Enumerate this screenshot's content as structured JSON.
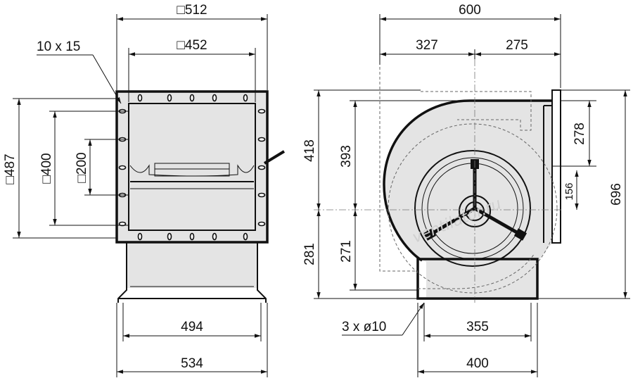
{
  "front_view": {
    "dims": {
      "outer_width": "□512",
      "inner_width": "□452",
      "bolt_holes": "10 x 15",
      "outer_height": "□487",
      "inner_height": "□400",
      "inlet_height": "□200",
      "base_inner": "494",
      "base_outer": "534"
    }
  },
  "side_view": {
    "dims": {
      "total_width": "600",
      "left_part": "327",
      "right_part": "275",
      "upper_height": "418",
      "axis_upper": "393",
      "lower_height": "281",
      "axis_lower": "271",
      "outlet_height": "278",
      "outlet_offset": "156",
      "total_height": "696",
      "mount_holes": "3 x ø10",
      "foot_inner": "355",
      "foot_outer": "400"
    }
  },
  "watermark": "ventilator.ru",
  "colors": {
    "line": "#111111",
    "fill": "#e4e4e4"
  }
}
